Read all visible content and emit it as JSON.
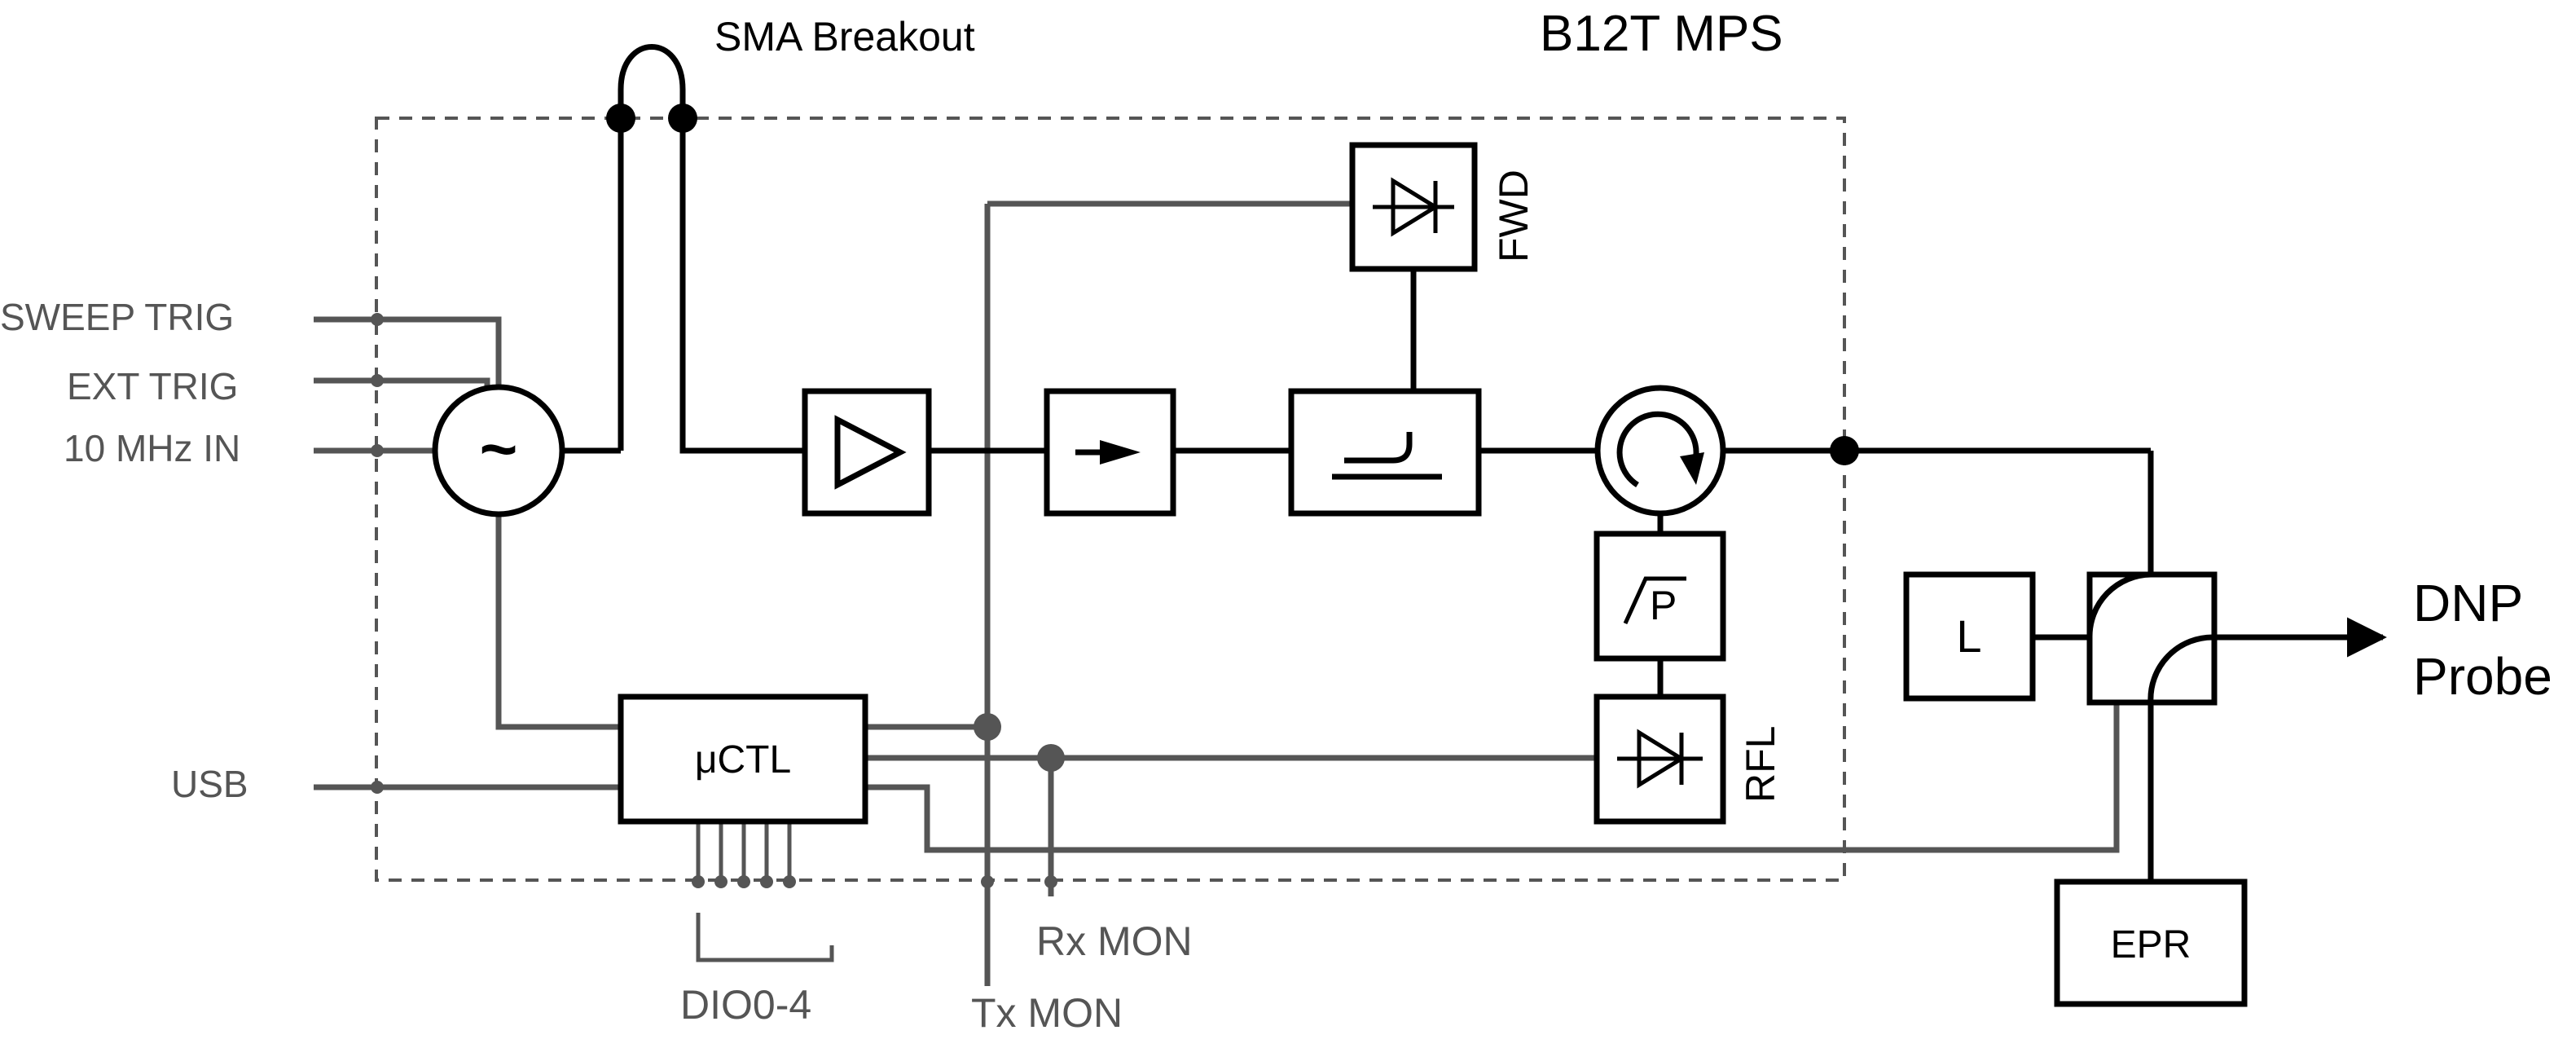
{
  "title": "B12T MPS",
  "sma_label": "SMA Breakout",
  "inputs": {
    "sweep_trig": "SWEEP TRIG",
    "ext_trig": "EXT TRIG",
    "ref_in": "10 MHz IN",
    "usb": "USB"
  },
  "blocks": {
    "oscillator_symbol": "~",
    "controller": "μCTL",
    "sqrt_p": "P",
    "load": "L",
    "epr": "EPR"
  },
  "detectors": {
    "forward": "FWD",
    "reflected": "RFL"
  },
  "monitors": {
    "tx": "Tx MON",
    "rx": "Rx MON",
    "dio": "DIO0-4"
  },
  "output": {
    "line1": "DNP",
    "line2": "Probe"
  }
}
